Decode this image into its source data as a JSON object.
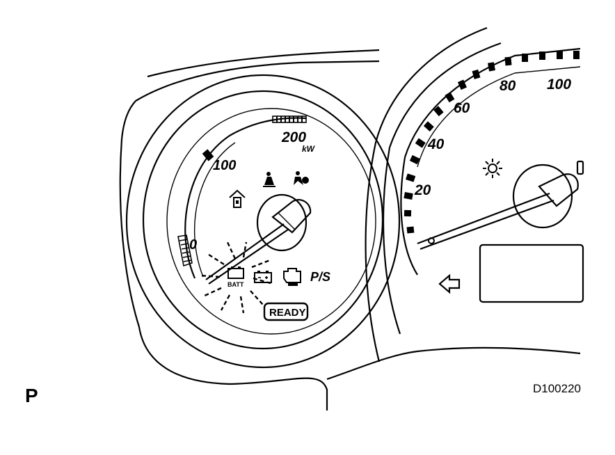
{
  "power_meter": {
    "tick_labels": [
      "0",
      "100",
      "200"
    ],
    "unit": "kW",
    "indicator_labels": {
      "ps": "P/S",
      "ready": "READY",
      "batt": "BATT"
    }
  },
  "speedometer": {
    "tick_labels": [
      "20",
      "40",
      "60",
      "80",
      "100"
    ]
  },
  "corner_label": "P",
  "figure_id": "D100220",
  "colors": {
    "line": "#000000",
    "background": "#ffffff"
  }
}
